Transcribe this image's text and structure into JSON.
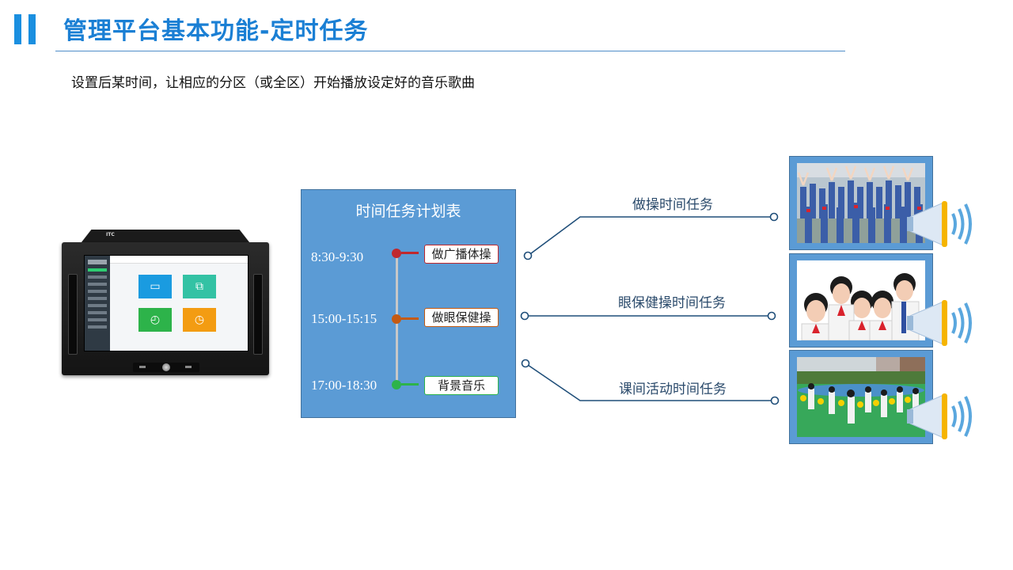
{
  "header": {
    "title": "管理平台基本功能-定时任务",
    "subtitle": "设置后某时间，让相应的分区（或全区）开始播放设定好的音乐歌曲"
  },
  "device": {
    "logo": "ITC"
  },
  "schedule": {
    "title": "时间任务计划表",
    "items": [
      {
        "time": "8:30-9:30",
        "task": "做广播体操",
        "color": "#c0282d"
      },
      {
        "time": "15:00-15:15",
        "task": "做眼保健操",
        "color": "#c55a11"
      },
      {
        "time": "17:00-18:30",
        "task": "背景音乐",
        "color": "#2db34a"
      }
    ]
  },
  "tasks": [
    {
      "label": "做操时间任务",
      "photo": "students-exercising-photo"
    },
    {
      "label": "眼保健操时间任务",
      "photo": "students-eye-exercise-photo"
    },
    {
      "label": "课间活动时间任务",
      "photo": "playground-activity-photo"
    }
  ],
  "colors": {
    "accent": "#1a8fe0",
    "panel": "#5b9bd5",
    "connector": "#1f4e79"
  }
}
